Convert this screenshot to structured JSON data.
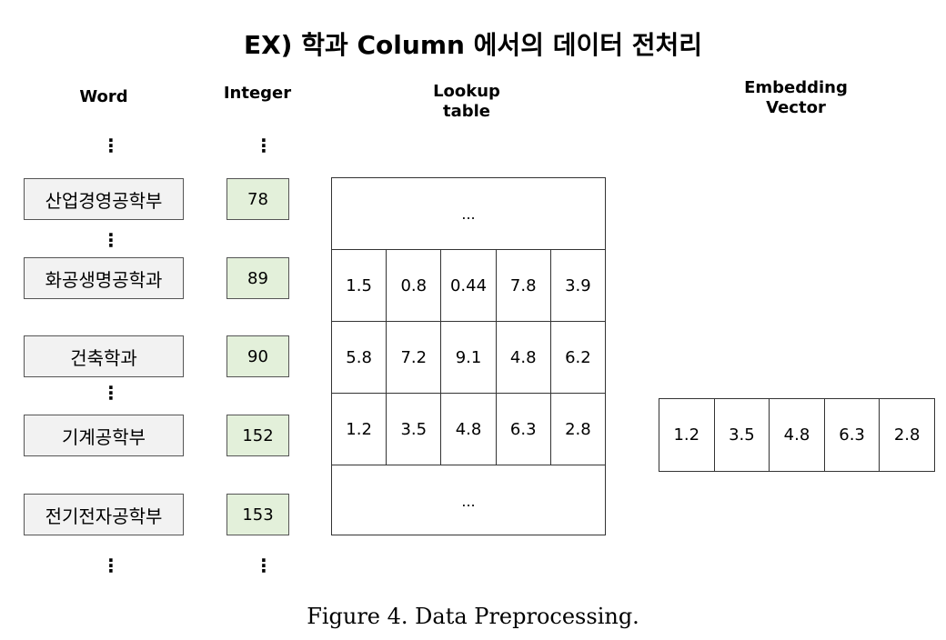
{
  "title": "EX) 학과 Column 에서의 데이터 전처리",
  "headers": {
    "word": "Word",
    "integer": "Integer",
    "lookup": "Lookup\ntable",
    "embedding": "Embedding\nVector"
  },
  "ellipsis_vertical": "⋮",
  "ellipsis_horizontal": "...",
  "words": [
    "산업경영공학부",
    "화공생명공학과",
    "건축학과",
    "기계공학부",
    "전기전자공학부"
  ],
  "integers": [
    "78",
    "89",
    "90",
    "152",
    "153"
  ],
  "lookup_rows": [
    [
      "1.5",
      "0.8",
      "0.44",
      "7.8",
      "3.9"
    ],
    [
      "5.8",
      "7.2",
      "9.1",
      "4.8",
      "6.2"
    ],
    [
      "1.2",
      "3.5",
      "4.8",
      "6.3",
      "2.8"
    ]
  ],
  "embedding_vector": [
    "1.2",
    "3.5",
    "4.8",
    "6.3",
    "2.8"
  ],
  "caption": "Figure 4. Data Preprocessing.",
  "colors": {
    "word_box_fill": "#f2f2f2",
    "integer_box_fill": "#e3f0da"
  }
}
